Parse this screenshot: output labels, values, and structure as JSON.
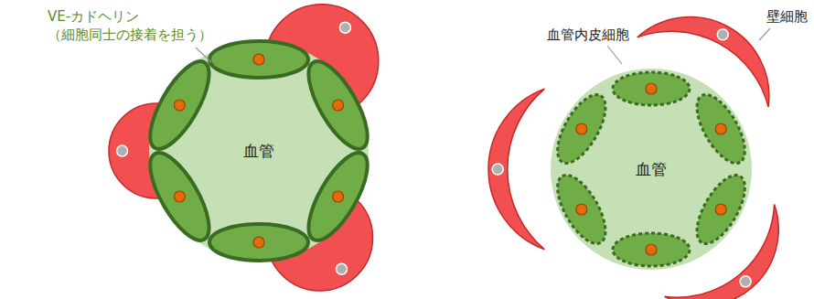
{
  "diagram": {
    "labels": [
      "VE-カドヘリン （細胞同士の接着を担う）",
      "血管",
      "血管内皮細胞",
      "壁細胞",
      "血管"
    ]
  }
}
